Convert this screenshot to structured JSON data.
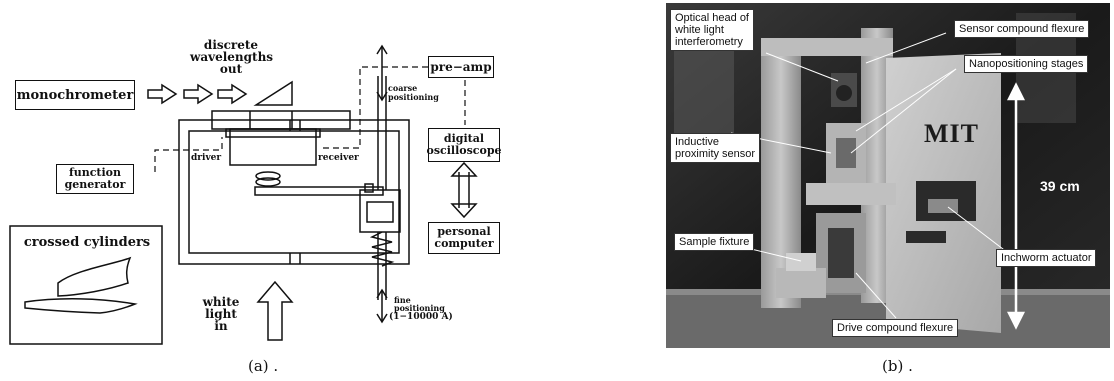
{
  "panel_a": {
    "monochromator": "monochrometer",
    "discrete": "discrete",
    "wavelengths": "wavelengths",
    "out": "out",
    "pre_amp": "pre−amp",
    "coarse": "coarse",
    "positioning": "positioning",
    "digital": "digital",
    "oscilloscope": "oscilloscope",
    "function": "function",
    "generator": "generator",
    "driver": "driver",
    "receiver": "receiver",
    "personal": "personal",
    "computer": "computer",
    "crossed_cylinders": "crossed cylinders",
    "white": "white",
    "light": "light",
    "in": "in",
    "fine": "fine",
    "fine_positioning": "positioning",
    "range": "(1−10000 A)",
    "caption": "(a) ."
  },
  "panel_b": {
    "optical_head_1": "Optical head of",
    "optical_head_2": "white light",
    "optical_head_3": "interferometry",
    "sensor_flexure": "Sensor compound flexure",
    "nano_stages": "Nanopositioning stages",
    "inductive_1": "Inductive",
    "inductive_2": "proximity sensor",
    "sample_fixture": "Sample fixture",
    "inchworm": "Inchworm actuator",
    "drive_flexure": "Drive compound flexure",
    "logo": "MIT",
    "dimension": "39 cm",
    "caption": "(b) ."
  }
}
